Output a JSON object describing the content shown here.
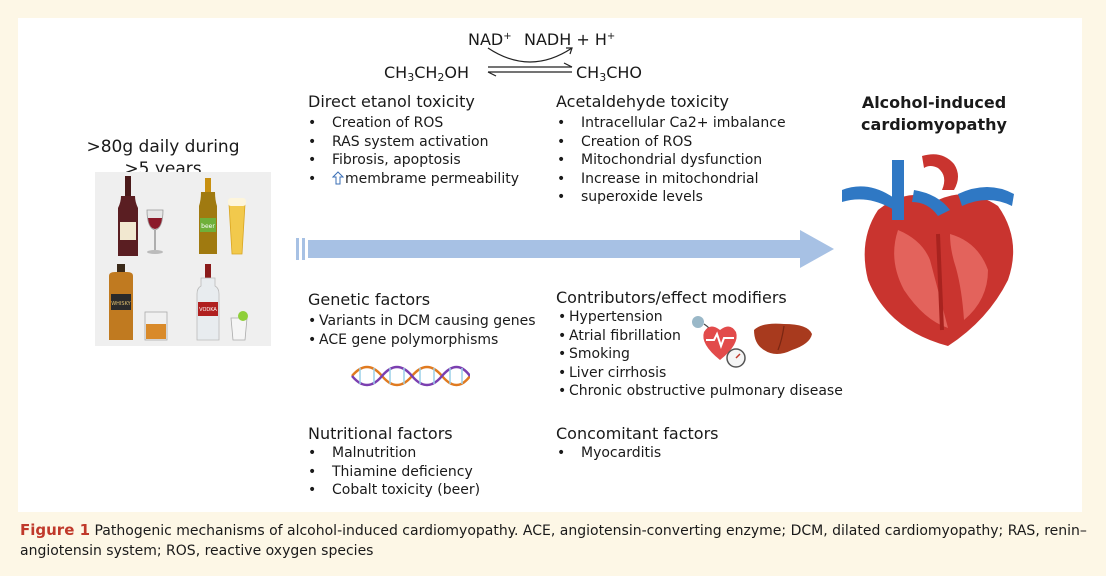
{
  "reaction": {
    "reactant_html": "CH<sub>3</sub>CH<sub>2</sub>OH",
    "product_html": "CH<sub>3</sub>CHO",
    "cofactor_in_html": "NAD<sup>+</sup>",
    "cofactor_out_html": "NADH + H<sup>+</sup>"
  },
  "dose": {
    "line1": ">80g daily during",
    "line2": ">5 years"
  },
  "direct_toxicity": {
    "heading": "Direct etanol toxicity",
    "items": [
      "Creation of ROS",
      "RAS system activation",
      "Fibrosis, apoptosis"
    ],
    "last_item": "membrame permeability"
  },
  "acetaldehyde_toxicity": {
    "heading": "Acetaldehyde toxicity",
    "items": [
      "Intracellular Ca2+ imbalance",
      "Creation of ROS",
      "Mitochondrial dysfunction",
      "Increase in mitochondrial",
      "superoxide levels"
    ]
  },
  "outcome": {
    "line1": "Alcohol-induced",
    "line2": "cardiomyopathy"
  },
  "genetic_factors": {
    "heading": "Genetic factors",
    "items": [
      "Variants in DCM causing genes",
      "ACE gene polymorphisms"
    ]
  },
  "contributors": {
    "heading": "Contributors/effect modifiers",
    "items": [
      "Hypertension",
      "Atrial fibrillation",
      "Smoking",
      "Liver cirrhosis",
      "Chronic obstructive pulmonary disease"
    ]
  },
  "nutritional_factors": {
    "heading": "Nutritional factors",
    "items": [
      "Malnutrition",
      "Thiamine deficiency",
      "Cobalt toxicity (beer)"
    ]
  },
  "concomitant_factors": {
    "heading": "Concomitant factors",
    "items": [
      "Myocarditis"
    ]
  },
  "drink_labels": {
    "beer": "beer",
    "whisky": "WHISKY",
    "vodka": "VODKA"
  },
  "caption": {
    "label": "Figure 1",
    "text": " Pathogenic mechanisms of alcohol-induced cardiomyopathy. ACE, angiotensin-converting enzyme; DCM, dilated cardiomyopathy; RAS, renin–angiotensin system; ROS, reactive oxygen species"
  },
  "colors": {
    "background": "#fdf7e6",
    "panel": "#ffffff",
    "arrow": "#a7c1e4",
    "caption_label": "#c0392b",
    "heart_red": "#c9342f",
    "vessel_blue": "#2f78c4"
  }
}
